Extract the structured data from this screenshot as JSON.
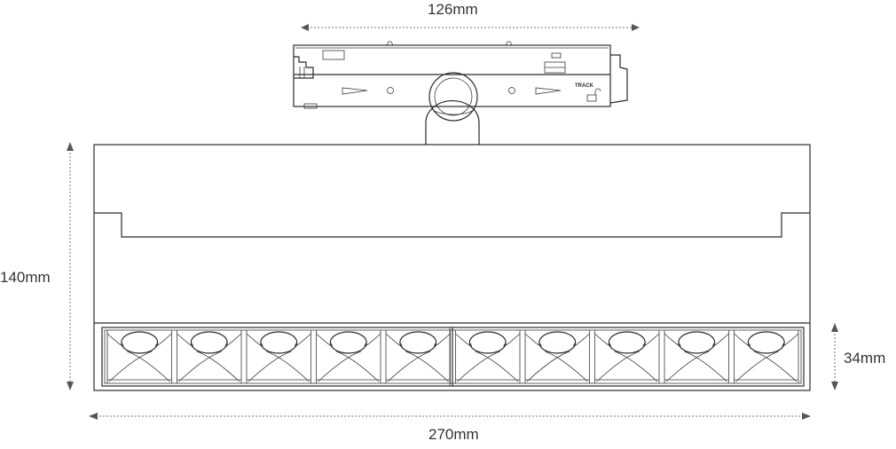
{
  "dimensions": {
    "adapter_width": "126mm",
    "total_height": "140mm",
    "lens_height": "34mm",
    "total_width": "270mm"
  },
  "adapter_marking": "TRACK",
  "lens_count": 10,
  "colors": {
    "outline": "#2a2a2a",
    "dimension_line": "#777777",
    "label_text": "#333333"
  }
}
